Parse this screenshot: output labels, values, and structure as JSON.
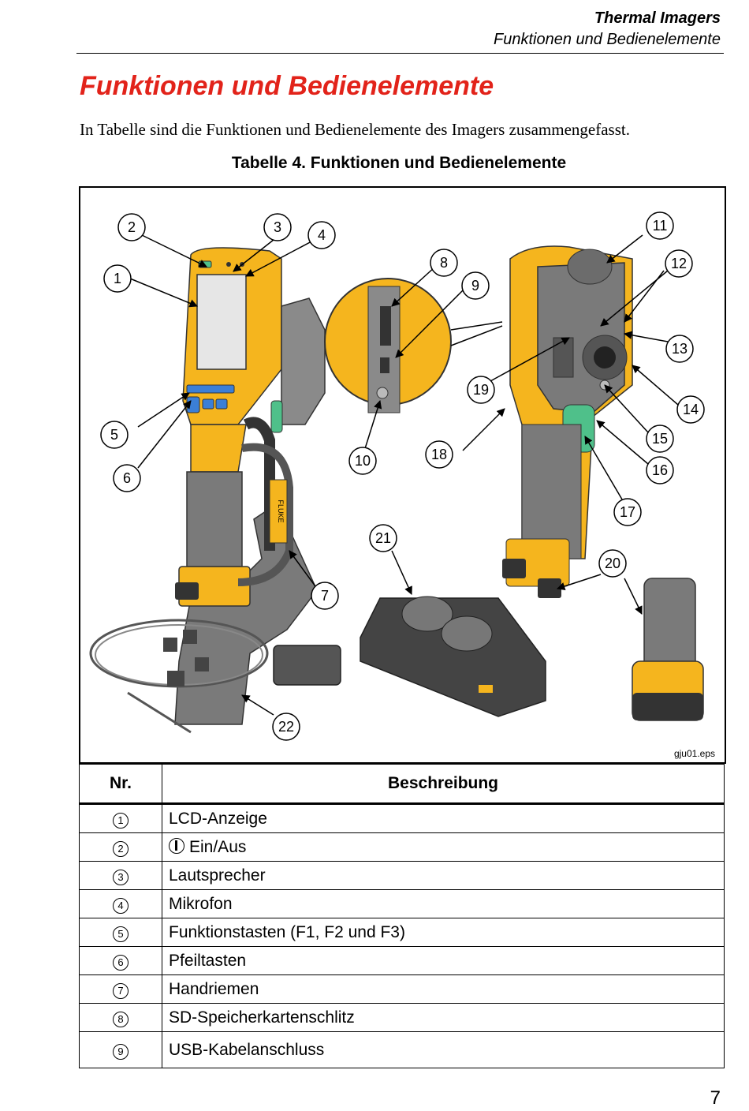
{
  "header": {
    "title": "Thermal Imagers",
    "subtitle": "Funktionen und Bedienelemente"
  },
  "heading": "Funktionen und Bedienelemente",
  "intro": "In Tabelle  sind die Funktionen und Bedienelemente des Imagers zusammengefasst.",
  "table_caption": "Tabelle 4. Funktionen und Bedienelemente",
  "figure": {
    "ref": "gju01.eps",
    "callouts": [
      "1",
      "2",
      "3",
      "4",
      "5",
      "6",
      "7",
      "8",
      "9",
      "10",
      "11",
      "12",
      "13",
      "14",
      "15",
      "16",
      "17",
      "18",
      "19",
      "20",
      "21",
      "22"
    ],
    "brand_text": "FLUKE"
  },
  "table": {
    "headers": [
      "Nr.",
      "Beschreibung"
    ],
    "rows": [
      {
        "nr": "1",
        "desc": "LCD-Anzeige"
      },
      {
        "nr": "2",
        "desc": "Ein/Aus",
        "power_icon": true
      },
      {
        "nr": "3",
        "desc": "Lautsprecher"
      },
      {
        "nr": "4",
        "desc": "Mikrofon"
      },
      {
        "nr": "5",
        "desc": "Funktionstasten (F1, F2 und F3)"
      },
      {
        "nr": "6",
        "desc": "Pfeiltasten"
      },
      {
        "nr": "7",
        "desc": "Handriemen"
      },
      {
        "nr": "8",
        "desc": "SD-Speicherkartenschlitz"
      },
      {
        "nr": "9",
        "desc": "USB-Kabelanschluss"
      }
    ]
  },
  "page_number": "7",
  "colors": {
    "heading": "#e2231a",
    "imager_yellow": "#f5b51e",
    "imager_grey": "#7a7a7a",
    "button_blue": "#3b7fd6",
    "trigger_green": "#4fc08a"
  }
}
